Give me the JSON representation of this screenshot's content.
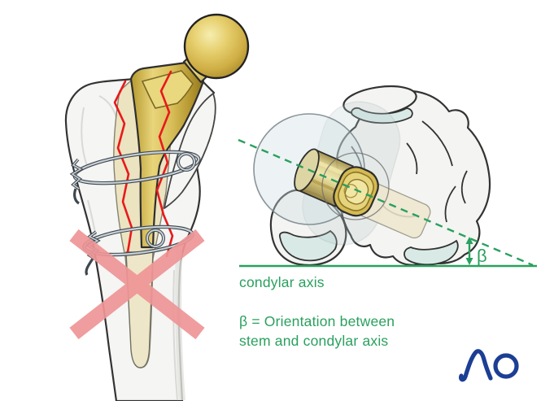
{
  "annotations": {
    "condylar_axis_label": "condylar axis",
    "beta_symbol": "β",
    "caption_line1": "β = Orientation between",
    "caption_line2": "stem and condylar axis"
  },
  "logo": {
    "text": "AO"
  },
  "icons": {
    "incorrect_cross": "incorrect-cross-icon",
    "angle_arrow": "angle-arrow-icon"
  },
  "colors": {
    "annotation_green": "#2aa05e",
    "fracture_red": "#e8191c",
    "incorrect_cross_pink": "#ee9596",
    "implant_gold": "#d5ba52",
    "implant_gold_dark": "#a5882e",
    "implant_gold_light": "#f0e08c",
    "bone_white": "#f5f5f3",
    "bone_outline": "#333333",
    "canal_tan": "#ece3c1",
    "cartilage_blue": "#d9eae6",
    "wire_gray": "#c6d0d6",
    "logo_blue": "#1c3e94",
    "background": "#ffffff"
  }
}
